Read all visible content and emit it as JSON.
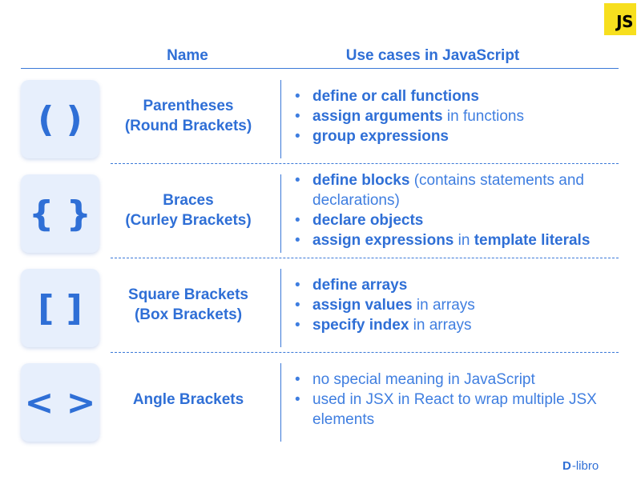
{
  "badge": "JS",
  "headers": {
    "name": "Name",
    "use": "Use cases in JavaScript"
  },
  "rows": [
    {
      "symbol": "( )",
      "name_lines": [
        "Parentheses",
        "(Round Brackets)"
      ],
      "uses": [
        {
          "bold": "define or call functions",
          "normal": ""
        },
        {
          "bold": "assign arguments",
          "normal": " in functions"
        },
        {
          "bold": "group expressions",
          "normal": ""
        }
      ]
    },
    {
      "symbol": "{ }",
      "name_lines": [
        "Braces",
        "(Curley Brackets)"
      ],
      "uses": [
        {
          "bold": "define blocks",
          "normal": " (contains statements and declarations)"
        },
        {
          "bold": "declare objects",
          "normal": ""
        },
        {
          "bold": "assign expressions",
          "normal": " in ",
          "bold2": "template literals"
        }
      ]
    },
    {
      "symbol": "[ ]",
      "name_lines": [
        "Square Brackets",
        "(Box Brackets)"
      ],
      "uses": [
        {
          "bold": "define arrays",
          "normal": ""
        },
        {
          "bold": "assign values",
          "normal": " in arrays"
        },
        {
          "bold": "specify index",
          "normal": " in arrays"
        }
      ]
    },
    {
      "symbol": "< >",
      "name_lines": [
        "Angle Brackets"
      ],
      "uses": [
        {
          "bold": "",
          "normal": " no special meaning in JavaScript"
        },
        {
          "bold": "",
          "normal": " used in JSX in React to wrap multiple JSX elements"
        }
      ]
    }
  ],
  "logo": {
    "mark": "D",
    "text": "-libro"
  }
}
